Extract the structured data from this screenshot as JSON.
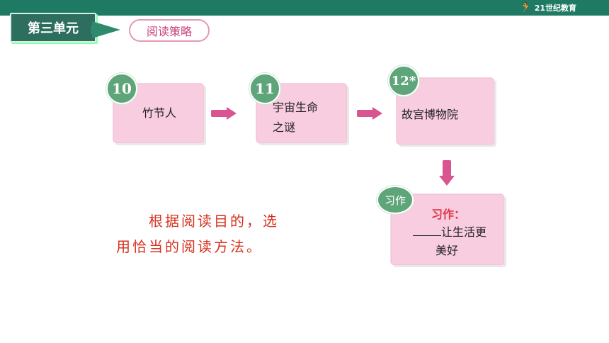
{
  "header": {
    "unit_label": "第三单元",
    "strategy_label": "阅读策略",
    "logo_text": "21世纪教育"
  },
  "lessons": [
    {
      "number": "10",
      "title": "竹节人"
    },
    {
      "number": "11",
      "title_line1": "宇宙生命",
      "title_line2": "之谜"
    },
    {
      "number": "12*",
      "title": "故宫博物院"
    }
  ],
  "strategy_text": {
    "line1": "根据阅读目的，选",
    "line2": "用恰当的阅读方法。"
  },
  "writing": {
    "badge": "习作",
    "title": "习作：",
    "line1_suffix": "让生活更",
    "line2": "美好"
  },
  "colors": {
    "topbar": "#1f7a64",
    "card": "#f9cde0",
    "badge": "#5fa57a",
    "arrow": "#d9558f",
    "strategy_text": "#d6311e"
  }
}
